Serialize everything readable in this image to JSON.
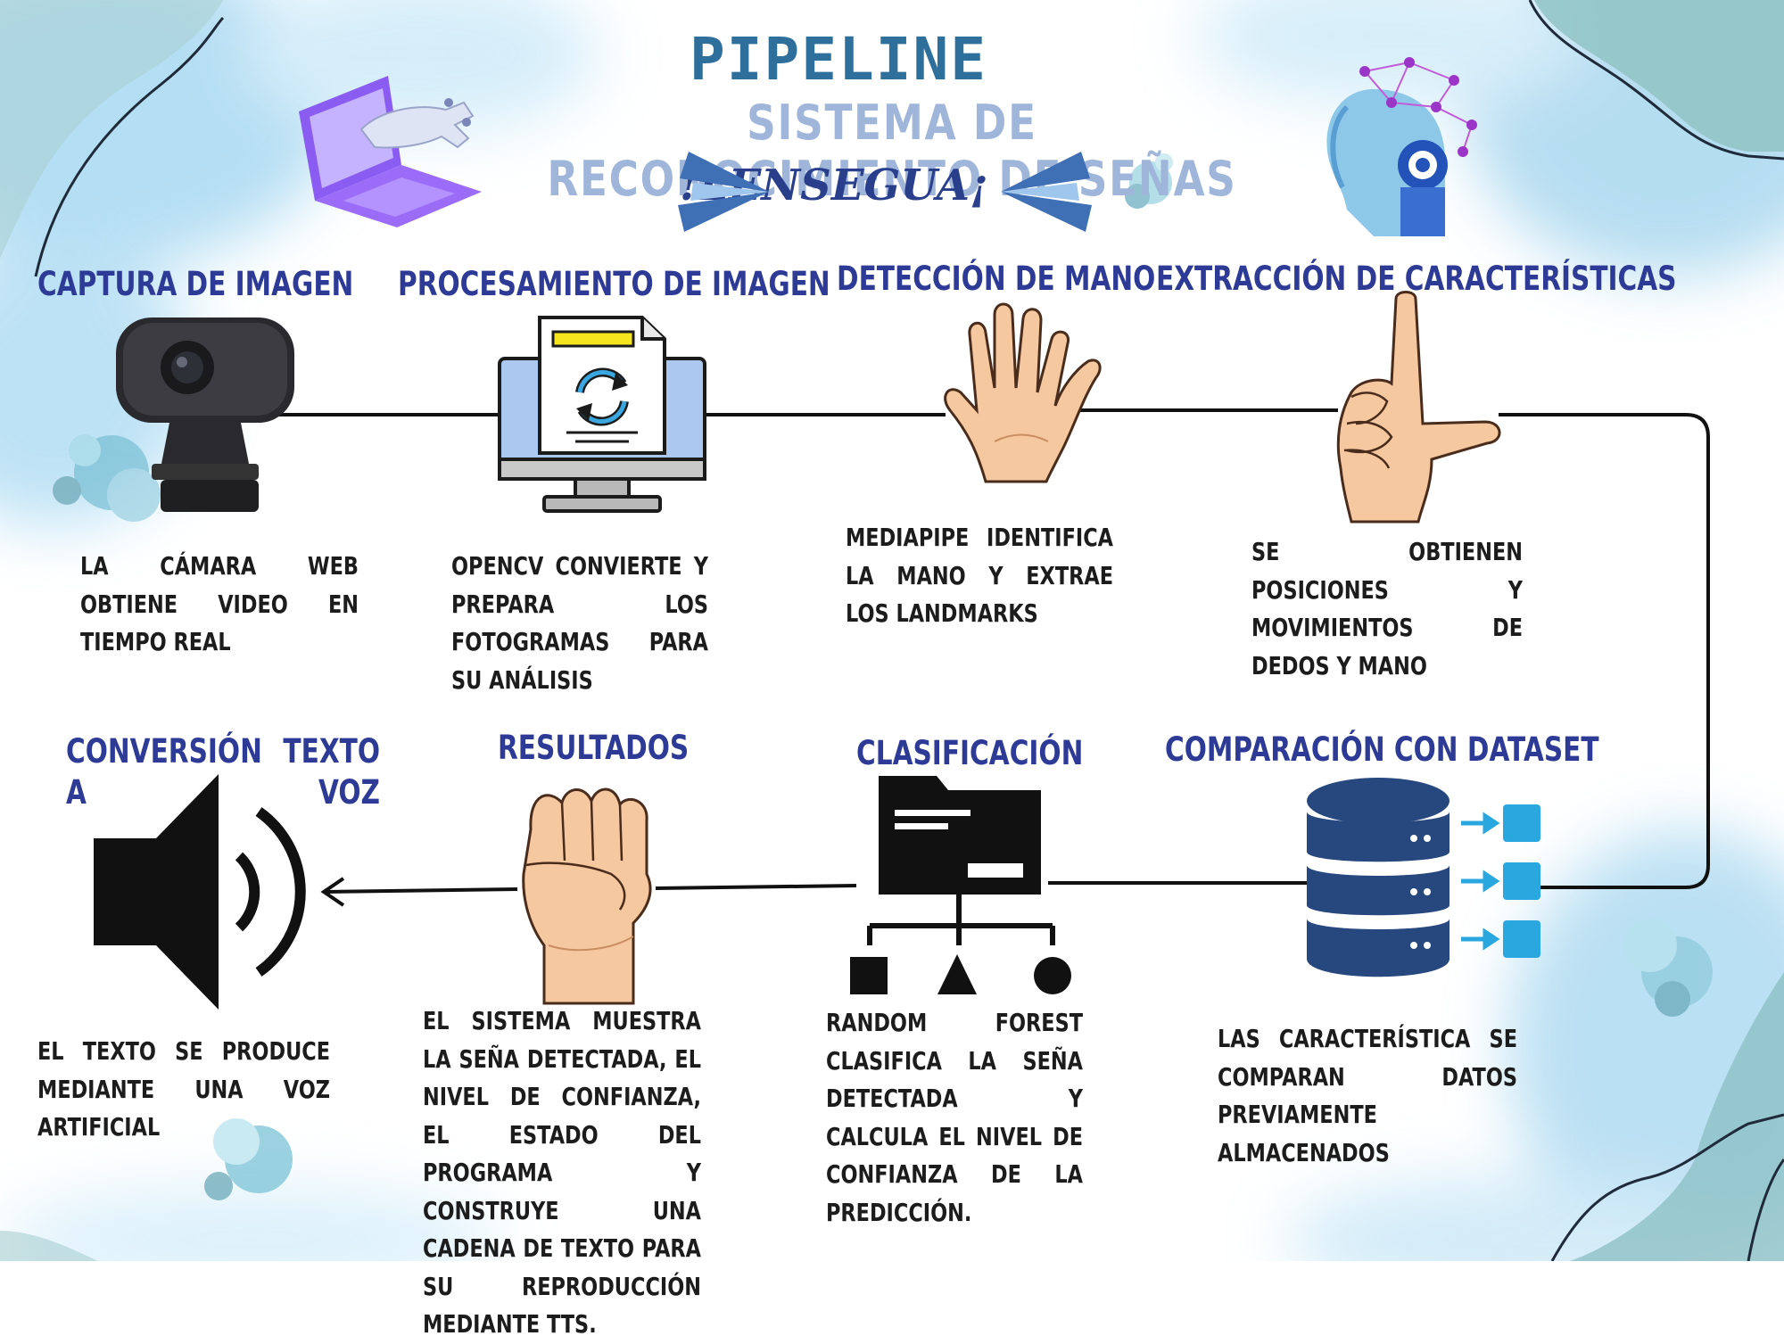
{
  "header": {
    "title": "PIPELINE",
    "subtitle": "SISTEMA DE RECONOCIMIENTO DE SEÑAS",
    "brand": "!LENSEGUA¡"
  },
  "steps": [
    {
      "heading": "CAPTURA DE IMAGEN",
      "description": "LA CÁMARA WEB OBTIENE VIDEO EN TIEMPO REAL",
      "icon": "webcam-icon"
    },
    {
      "heading": "PROCESAMIENTO DE IMAGEN",
      "description": "OPENCV CONVIERTE Y PREPARA LOS FOTOGRAMAS PARA SU ANÁLISIS",
      "icon": "monitor-processing-icon"
    },
    {
      "heading": "DETECCIÓN DE MANO",
      "description": "MEDIAPIPE IDENTIFICA LA MANO Y EXTRAE LOS LANDMARKS",
      "icon": "open-hand-icon"
    },
    {
      "heading": "EXTRACCIÓN DE CARACTERÍSTICAS",
      "description": "SE OBTIENEN POSICIONES Y MOVIMIENTOS DE DEDOS Y MANO",
      "icon": "l-sign-hand-icon"
    },
    {
      "heading": "COMPARACIÓN CON DATASET",
      "description": "LAS CARACTERÍSTICA SE COMPARAN DATOS PREVIAMENTE ALMACENADOS",
      "icon": "database-icon"
    },
    {
      "heading": "CLASIFICACIÓN",
      "description": "RANDOM FOREST CLASIFICA LA SEÑA DETECTADA Y CALCULA EL NIVEL DE CONFIANZA DE LA PREDICCIÓN.",
      "icon": "classification-tree-icon"
    },
    {
      "heading": "RESULTADOS",
      "description": "EL SISTEMA MUESTRA LA SEÑA DETECTADA, EL NIVEL DE CONFIANZA, EL ESTADO DEL PROGRAMA Y CONSTRUYE UNA CADENA DE TEXTO PARA SU REPRODUCCIÓN MEDIANTE TTS.",
      "icon": "fist-hand-icon"
    },
    {
      "heading": "CONVERSIÓN TEXTO A VOZ",
      "description": "EL TEXTO SE PRODUCE MEDIANTE UNA VOZ ARTIFICIAL",
      "icon": "speaker-icon"
    }
  ],
  "colors": {
    "heading": "#2d3b96",
    "title": "#2f6f9b",
    "subtitle": "#9fb6da",
    "brand": "#2a3f8c",
    "text": "#1c1c1c",
    "skin": "#f6c8a0",
    "database": "#27477f",
    "accent": "#2ba7e0"
  }
}
